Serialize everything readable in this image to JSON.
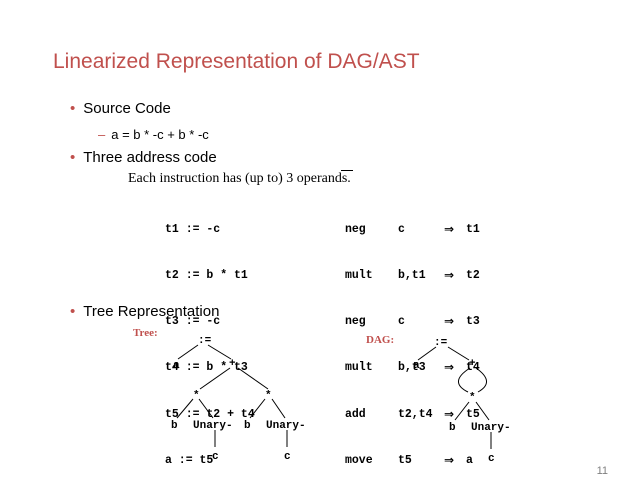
{
  "slide": {
    "title": "Linearized Representation of DAG/AST",
    "page_number": "11"
  },
  "bullets": {
    "source_code": "Source Code",
    "source_code_sub": "a = b * -c + b * -c",
    "three_address": "Three address code",
    "tree_representation": "Tree Representation"
  },
  "three_address_code": {
    "caption": "Each instruction has (up to) 3 operands.",
    "lines": [
      "t1 := -c",
      "t2 := b * t1",
      "t3 := -c",
      "t4 := b * t3",
      "t5 := t2 + t4",
      "a := t5"
    ],
    "ops": [
      "neg",
      "mult",
      "neg",
      "mult",
      "add",
      "move"
    ],
    "args": [
      "c",
      "b,t1",
      "c",
      "b,t3",
      "t2,t4",
      "t5"
    ],
    "arrow": "⇒",
    "targets": [
      "t1",
      "t2",
      "t3",
      "t4",
      "t5",
      "a"
    ]
  },
  "tree": {
    "label": "Tree:",
    "root": ":=",
    "a": "a",
    "plus": "+",
    "star": "*",
    "b": "b",
    "unary": "Unary-",
    "c": "c"
  },
  "dag": {
    "label": "DAG:",
    "root": ":=",
    "a": "a",
    "plus": "+",
    "star": "*",
    "b": "b",
    "unary": "Unary-",
    "c": "c"
  }
}
